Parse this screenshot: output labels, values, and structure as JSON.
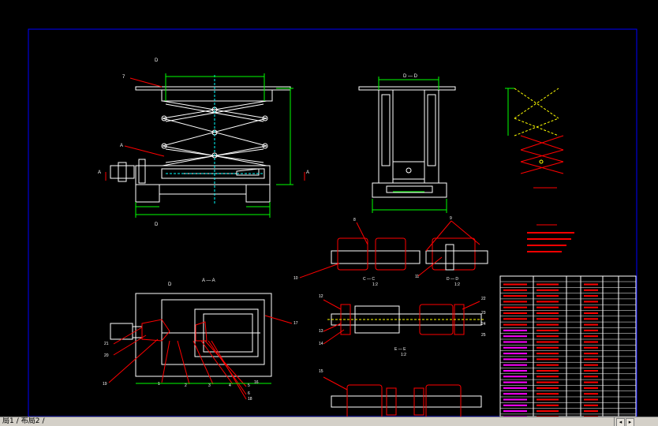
{
  "colors": {
    "background": "#000000",
    "frame": "#0000ff",
    "outline": "#ffffff",
    "dimension": "#00ff00",
    "leader": "#ff0000",
    "hidden": "#00ffff",
    "accent_yellow": "#ffff00",
    "accent_magenta": "#ff00ff",
    "accent_orange": "#ffa000"
  },
  "labels": {
    "front_view": {
      "callout_top": "7",
      "callout_mid": "A",
      "section_left": "A",
      "section_right": "A",
      "d_top": "D",
      "d_bottom": "D"
    },
    "side_view": {
      "title": "D — D"
    },
    "section_aa": {
      "title": "A — A",
      "d_left": "D"
    },
    "section_cc": {
      "title": "C — C",
      "scale": "1:2"
    },
    "section_dd": {
      "title": "D — D",
      "scale": "1:2"
    },
    "section_ee": {
      "title": "E — E",
      "scale": "1:2"
    },
    "callouts_aa": [
      "21",
      "20",
      "19",
      "1",
      "2",
      "3",
      "4",
      "5",
      "6",
      "18",
      "17",
      "16"
    ],
    "callouts_right": [
      "12",
      "13",
      "14",
      "15",
      "22",
      "23",
      "24",
      "25"
    ],
    "callouts_cc": [
      "8",
      "9",
      "10",
      "11"
    ]
  },
  "tabs": {
    "layout1": "局1",
    "layout2": "布局2"
  },
  "icons": {
    "scroll_left": "arrow-left-icon",
    "scroll_right": "arrow-right-icon"
  }
}
